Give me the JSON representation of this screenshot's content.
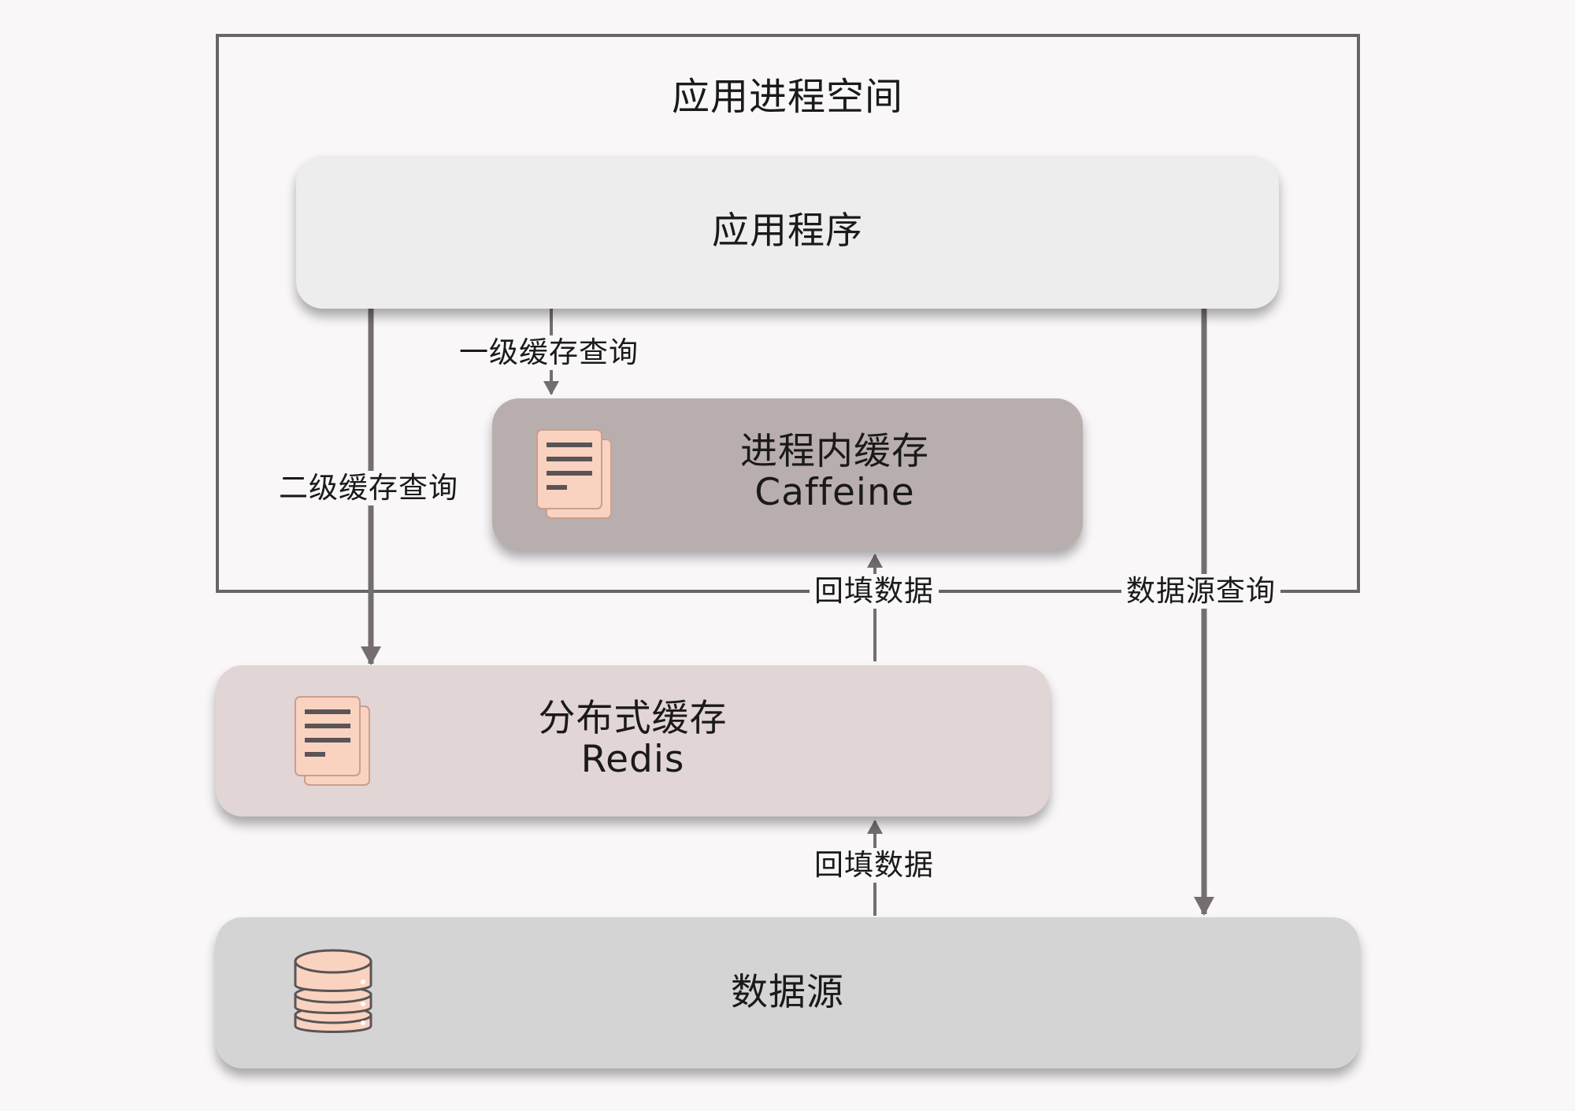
{
  "process_space": {
    "title": "应用进程空间"
  },
  "nodes": {
    "app": {
      "title": "应用程序"
    },
    "local_cache": {
      "title": "进程内缓存",
      "subtitle": "Caffeine",
      "icon": "document-stack-icon"
    },
    "distributed_cache": {
      "title": "分布式缓存",
      "subtitle": "Redis",
      "icon": "document-stack-icon"
    },
    "datasource": {
      "title": "数据源",
      "icon": "database-icon"
    }
  },
  "edges": {
    "l1_query": {
      "label": "一级缓存查询"
    },
    "l2_query": {
      "label": "二级缓存查询"
    },
    "backfill_local": {
      "label": "回填数据"
    },
    "backfill_distributed": {
      "label": "回填数据"
    },
    "datasource_query": {
      "label": "数据源查询"
    }
  },
  "colors": {
    "background": "#f9f7f8",
    "frame": "#6b6466",
    "arrow": "#756e70",
    "app_box": "#ededed",
    "local_cache_box": "#b9aeae",
    "distributed_cache_box": "#e2d5d5",
    "datasource_box": "#d4d4d4",
    "icon_fill": "#fad3c0",
    "icon_lines": "#5a5456"
  }
}
